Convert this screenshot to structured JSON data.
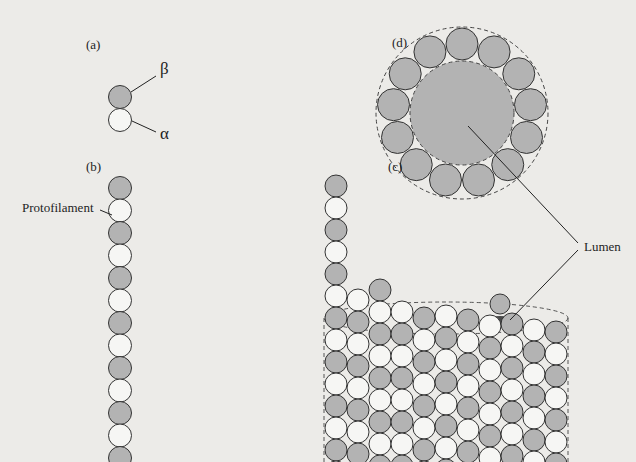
{
  "diagram": {
    "labels": [
      "(a)",
      "β",
      "α",
      "(b)",
      "Protofilament",
      "(d)",
      "(c)",
      "Lumen"
    ]
  }
}
